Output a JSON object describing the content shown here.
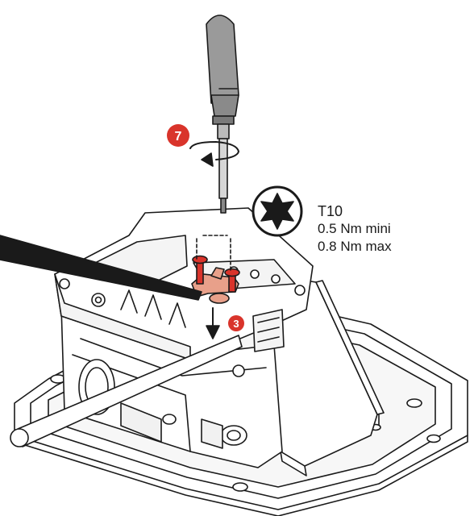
{
  "torx_spec": {
    "bit": "T10",
    "torque_min": "0.5 Nm mini",
    "torque_max": "0.8 Nm max"
  },
  "step_markers": [
    {
      "label": "7",
      "color": "#d9342b"
    },
    {
      "label": "3",
      "color": "#d9342b"
    }
  ],
  "colors": {
    "accent_red": "#d9342b",
    "part_copper": "#e8a08a",
    "line": "#1a1a1a",
    "fill": "#ffffff"
  },
  "icons": {
    "screwdriver": "screwdriver-icon",
    "rotation": "rotate-clockwise-icon",
    "torx": "torx-bit-icon"
  }
}
